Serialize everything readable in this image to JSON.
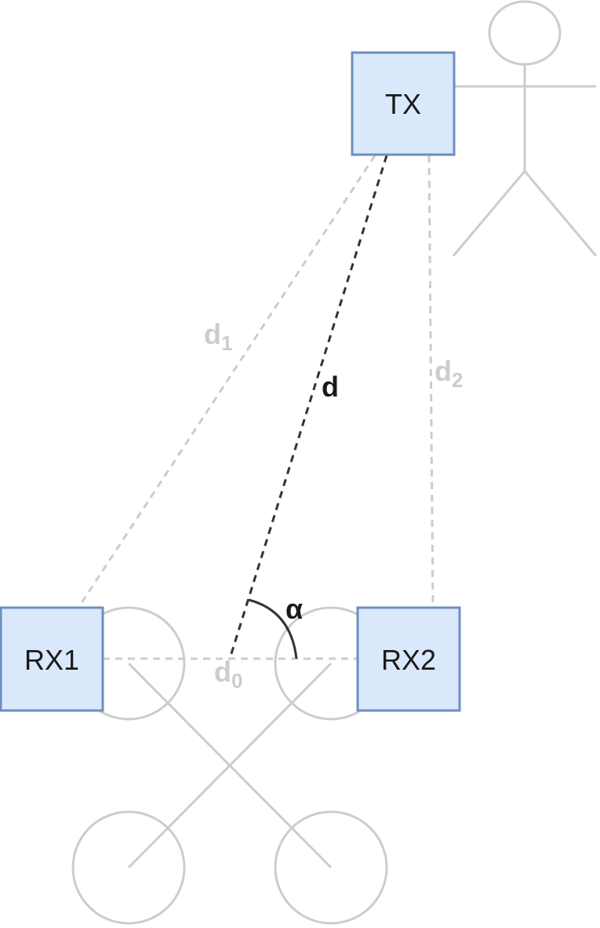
{
  "nodes": {
    "tx": "TX",
    "rx1": "RX1",
    "rx2": "RX2"
  },
  "labels": {
    "d": "d",
    "d1_base": "d",
    "d1_sub": "1",
    "d2_base": "d",
    "d2_sub": "2",
    "d0_base": "d",
    "d0_sub": "0",
    "alpha": "α"
  },
  "colors": {
    "node_fill": "#dae8fc",
    "node_stroke": "#6c8ebf",
    "light_line": "#cccccc",
    "dark_line": "#333333"
  },
  "icons": {
    "person": "person-icon",
    "drone": "quadcopter-drone-icon"
  }
}
